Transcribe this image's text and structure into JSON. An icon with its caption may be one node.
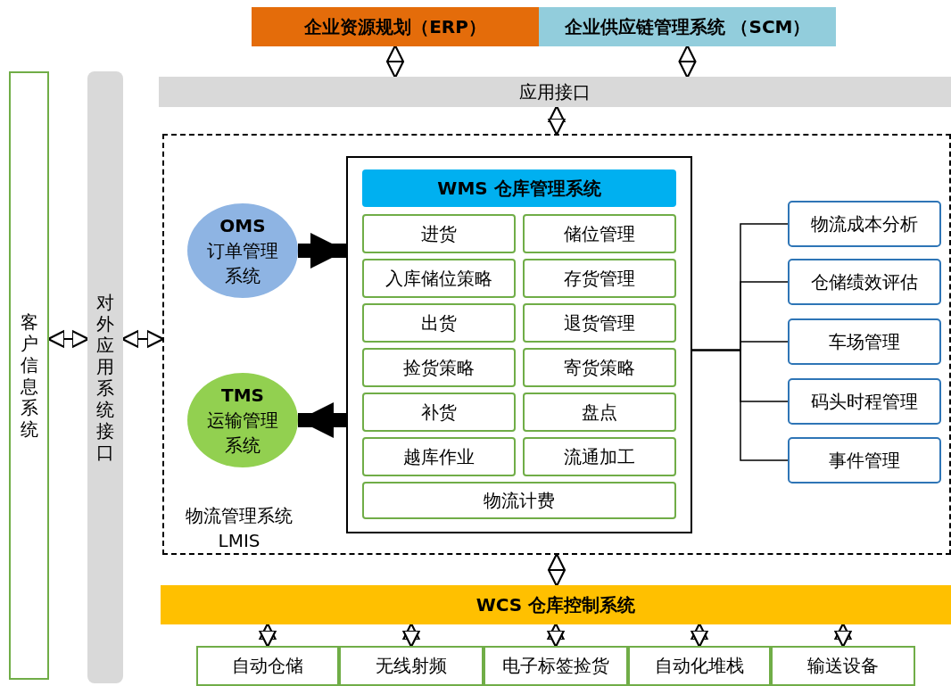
{
  "diagram": {
    "nodes": [
      {
        "text": [
          "企业资源规划（ERP）"
        ]
      },
      {
        "text": [
          "企业供应链管理系统 （SCM）"
        ]
      },
      {
        "text": [
          "应用接口"
        ]
      },
      {
        "text": [
          "客户信息系统"
        ]
      },
      {
        "text": [
          "对外应用系统接口"
        ]
      },
      {
        "text": [
          "物流管理系统 LMIS"
        ]
      },
      {
        "text": [],
        "shape": "box",
        "in": 5
      },
      {
        "text": [
          "WMS 仓库管理系统"
        ],
        "in": 6
      },
      {
        "text": [
          "进货"
        ],
        "in": 6
      },
      {
        "text": [
          "储位管理"
        ],
        "in": 6
      },
      {
        "text": [
          "入库储位策略"
        ],
        "in": 6
      },
      {
        "text": [
          "存货管理"
        ],
        "in": 6
      },
      {
        "text": [
          "出货"
        ],
        "in": 6
      },
      {
        "text": [
          "退货管理"
        ],
        "in": 6
      },
      {
        "text": [
          "捡货策略"
        ],
        "in": 6
      },
      {
        "text": [
          "寄货策略"
        ],
        "in": 6
      },
      {
        "text": [
          "补货"
        ],
        "in": 6
      },
      {
        "text": [
          "盘点"
        ],
        "in": 6
      },
      {
        "text": [
          "越库作业"
        ],
        "in": 6
      },
      {
        "text": [
          "流通加工"
        ],
        "in": 6
      },
      {
        "text": [
          "物流计费"
        ],
        "in": 6
      },
      {
        "text": [
          "OMS",
          "订单管理系统"
        ],
        "in": 5
      },
      {
        "text": [
          "TMS",
          "运输管理系统"
        ],
        "in": 5
      },
      {
        "text": [
          "物流成本分析"
        ],
        "in": 5
      },
      {
        "text": [
          "仓储绩效评估"
        ],
        "in": 5
      },
      {
        "text": [
          "车场管理"
        ],
        "in": 5
      },
      {
        "text": [
          "码头时程管理"
        ],
        "in": 5
      },
      {
        "text": [
          "事件管理"
        ],
        "in": 5
      },
      {
        "text": [
          "WCS  仓库控制系统"
        ]
      },
      {
        "text": [
          "自动仓储"
        ]
      },
      {
        "text": [
          "无线射频"
        ]
      },
      {
        "text": [
          "电子标签捡货"
        ]
      },
      {
        "text": [
          "自动化堆栈"
        ]
      },
      {
        "text": [
          "输送设备"
        ]
      }
    ],
    "edges": [
      {
        "from": 0,
        "to": 2,
        "arrow": "both"
      },
      {
        "from": 1,
        "to": 2,
        "arrow": "both"
      },
      {
        "from": 2,
        "to": 5,
        "arrow": "both"
      },
      {
        "from": 3,
        "to": 4,
        "arrow": "both"
      },
      {
        "from": 4,
        "to": 5,
        "arrow": "both"
      },
      {
        "from": 21,
        "to": 6,
        "arrow": "to",
        "style": "thick"
      },
      {
        "from": 6,
        "to": 22,
        "arrow": "to",
        "style": "thick"
      },
      {
        "from": 6,
        "to": 23,
        "arrow": "none"
      },
      {
        "from": 6,
        "to": 24,
        "arrow": "none"
      },
      {
        "from": 6,
        "to": 25,
        "arrow": "none"
      },
      {
        "from": 6,
        "to": 26,
        "arrow": "none"
      },
      {
        "from": 6,
        "to": 27,
        "arrow": "none"
      },
      {
        "from": 5,
        "to": 28,
        "arrow": "both"
      },
      {
        "from": 28,
        "to": 29,
        "arrow": "both"
      },
      {
        "from": 28,
        "to": 30,
        "arrow": "both"
      },
      {
        "from": 28,
        "to": 31,
        "arrow": "both"
      },
      {
        "from": 28,
        "to": 32,
        "arrow": "both"
      },
      {
        "from": 28,
        "to": 33,
        "arrow": "both"
      }
    ]
  }
}
